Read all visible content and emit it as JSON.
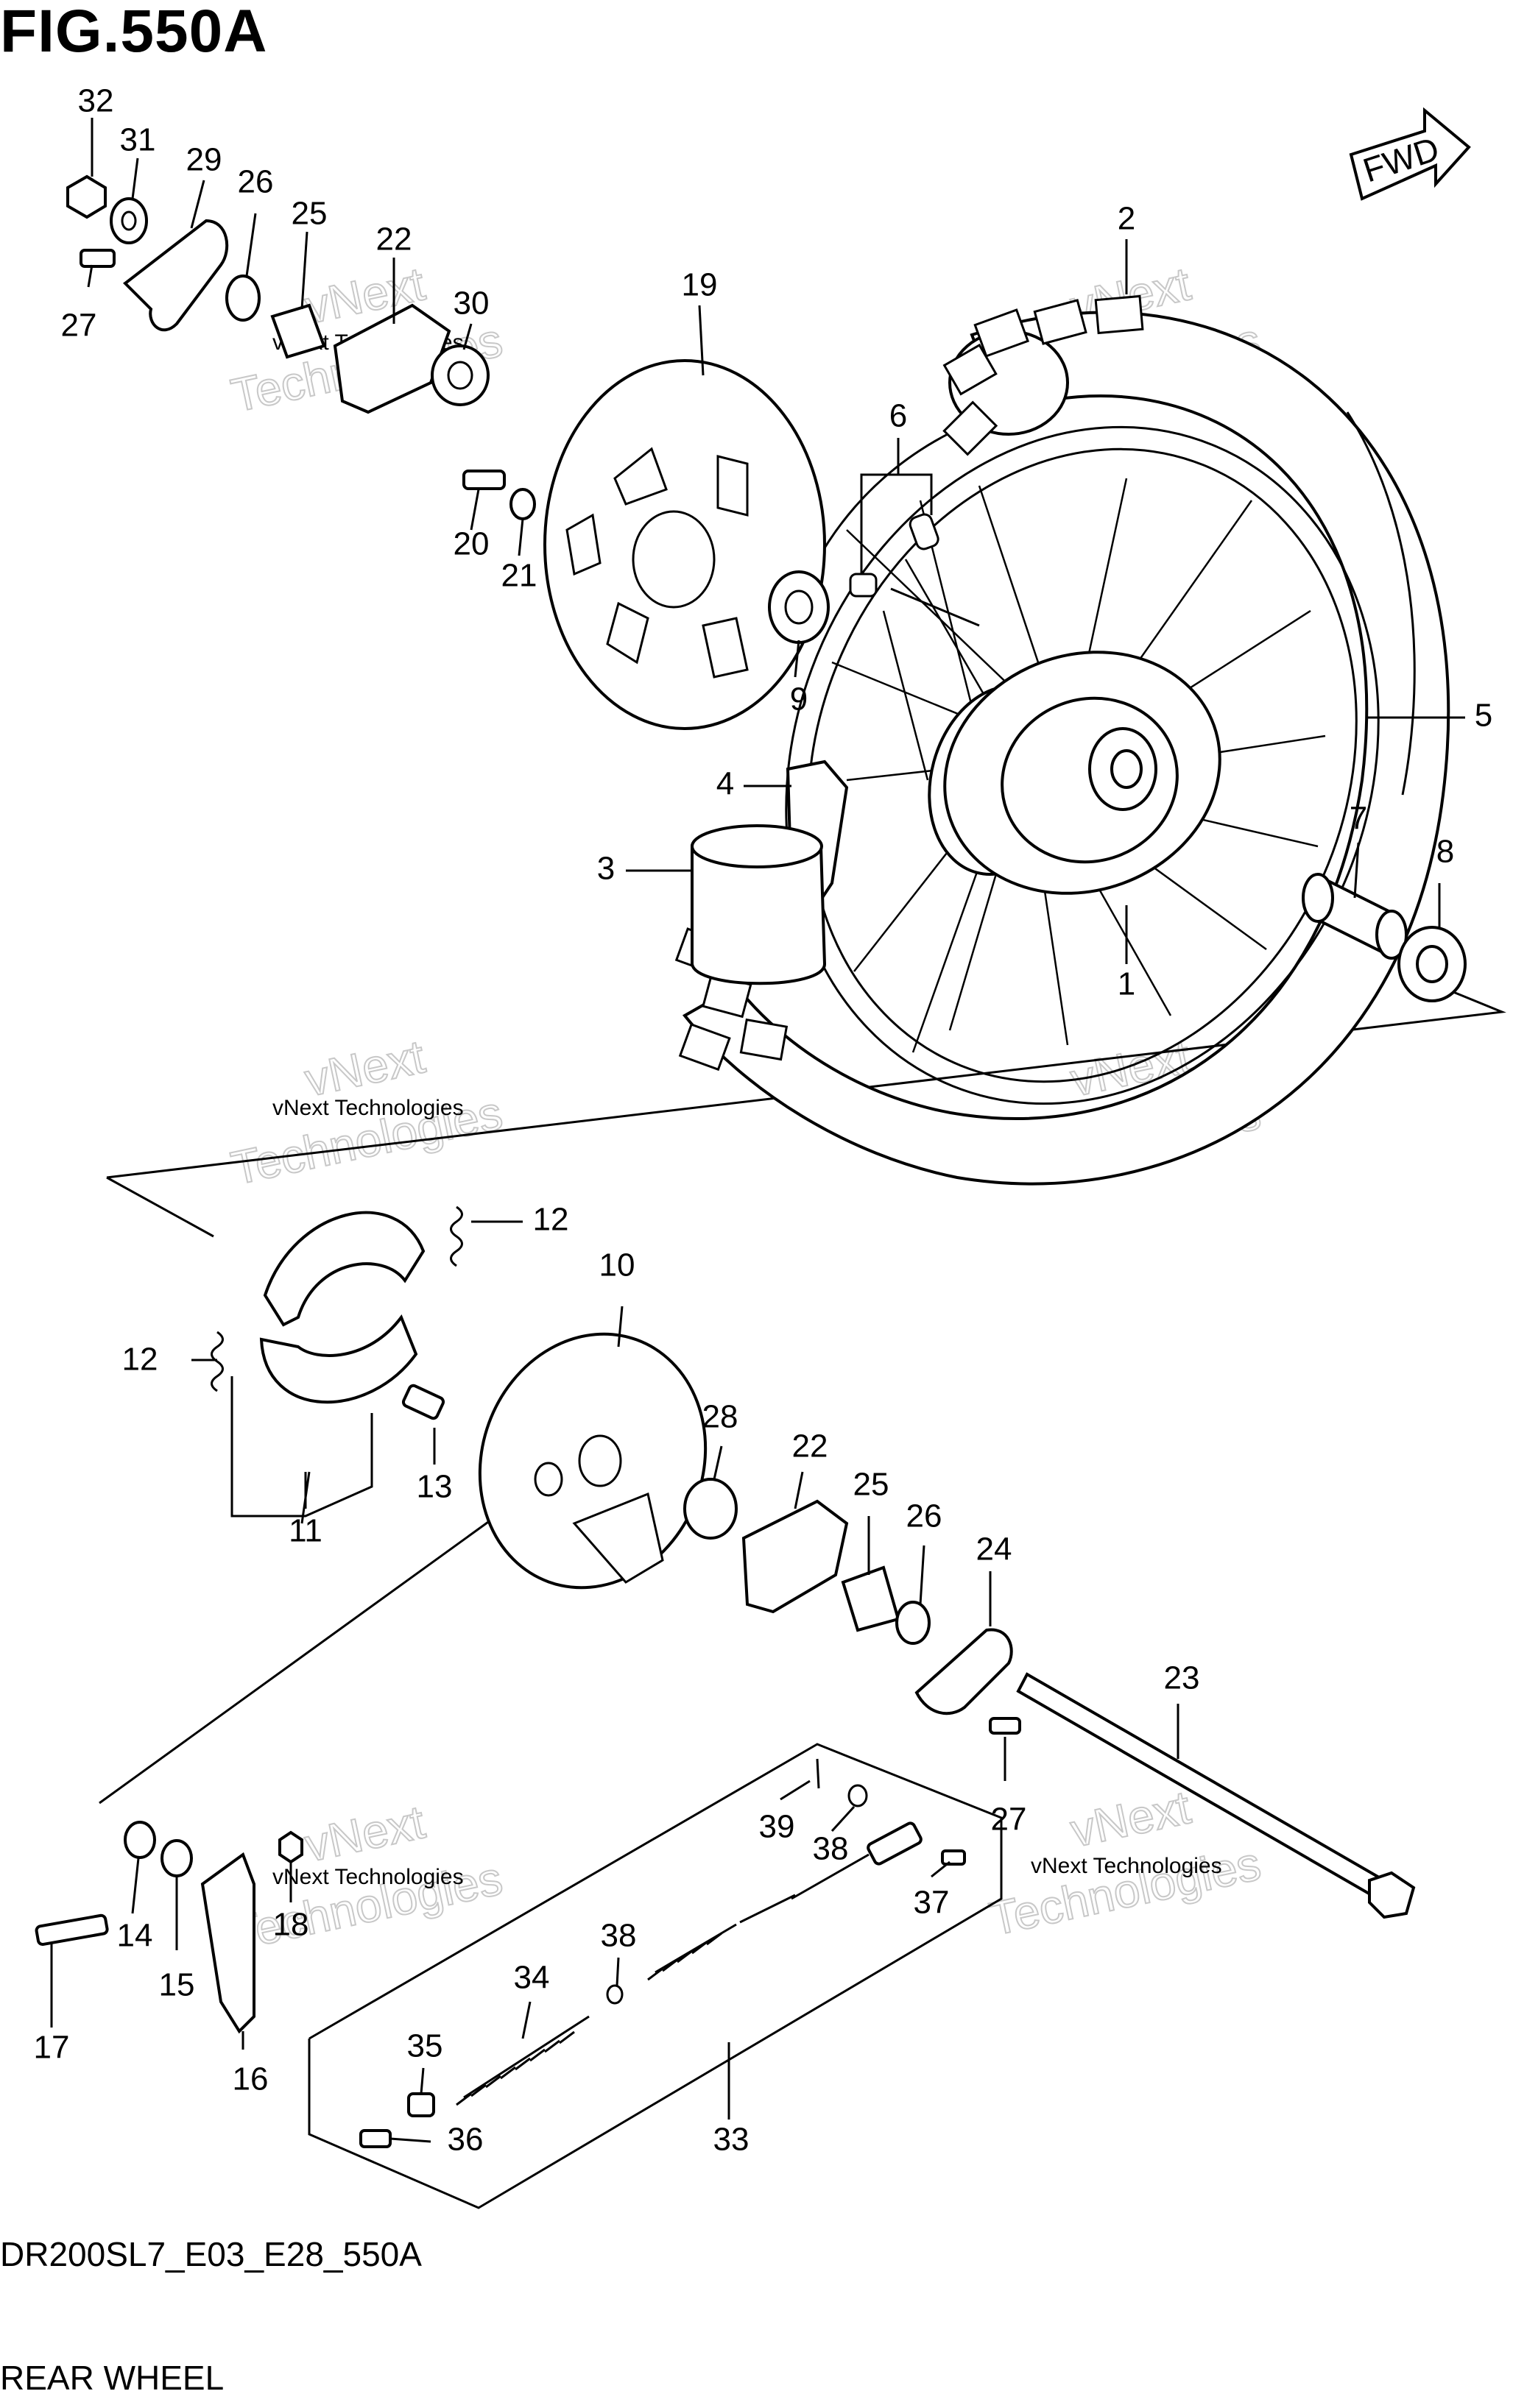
{
  "figure": {
    "title": "FIG.550A",
    "code": "DR200SL7_E03_E28_550A",
    "name": "REAR WHEEL",
    "direction_label": "FWD"
  },
  "watermark": {
    "small": "vNext Technologies",
    "big_top": "vNext",
    "big_bottom": "Technologies"
  },
  "callouts": [
    {
      "id": "c32",
      "label": "32"
    },
    {
      "id": "c31",
      "label": "31"
    },
    {
      "id": "c29",
      "label": "29"
    },
    {
      "id": "c26a",
      "label": "26"
    },
    {
      "id": "c25a",
      "label": "25"
    },
    {
      "id": "c22a",
      "label": "22"
    },
    {
      "id": "c30",
      "label": "30"
    },
    {
      "id": "c27a",
      "label": "27"
    },
    {
      "id": "c20",
      "label": "20"
    },
    {
      "id": "c21",
      "label": "21"
    },
    {
      "id": "c19",
      "label": "19"
    },
    {
      "id": "c9",
      "label": "9"
    },
    {
      "id": "c2",
      "label": "2"
    },
    {
      "id": "c6",
      "label": "6"
    },
    {
      "id": "c5",
      "label": "5"
    },
    {
      "id": "c4",
      "label": "4"
    },
    {
      "id": "c3",
      "label": "3"
    },
    {
      "id": "c7",
      "label": "7"
    },
    {
      "id": "c8",
      "label": "8"
    },
    {
      "id": "c1",
      "label": "1"
    },
    {
      "id": "c12a",
      "label": "12"
    },
    {
      "id": "c12b",
      "label": "12"
    },
    {
      "id": "c10",
      "label": "10"
    },
    {
      "id": "c11",
      "label": "11"
    },
    {
      "id": "c13",
      "label": "13"
    },
    {
      "id": "c28",
      "label": "28"
    },
    {
      "id": "c22b",
      "label": "22"
    },
    {
      "id": "c25b",
      "label": "25"
    },
    {
      "id": "c26b",
      "label": "26"
    },
    {
      "id": "c24",
      "label": "24"
    },
    {
      "id": "c23",
      "label": "23"
    },
    {
      "id": "c27b",
      "label": "27"
    },
    {
      "id": "c39",
      "label": "39"
    },
    {
      "id": "c38a",
      "label": "38"
    },
    {
      "id": "c37",
      "label": "37"
    },
    {
      "id": "c38b",
      "label": "38"
    },
    {
      "id": "c34",
      "label": "34"
    },
    {
      "id": "c35",
      "label": "35"
    },
    {
      "id": "c36",
      "label": "36"
    },
    {
      "id": "c33",
      "label": "33"
    },
    {
      "id": "c14",
      "label": "14"
    },
    {
      "id": "c15",
      "label": "15"
    },
    {
      "id": "c18",
      "label": "18"
    },
    {
      "id": "c17",
      "label": "17"
    },
    {
      "id": "c16",
      "label": "16"
    }
  ]
}
